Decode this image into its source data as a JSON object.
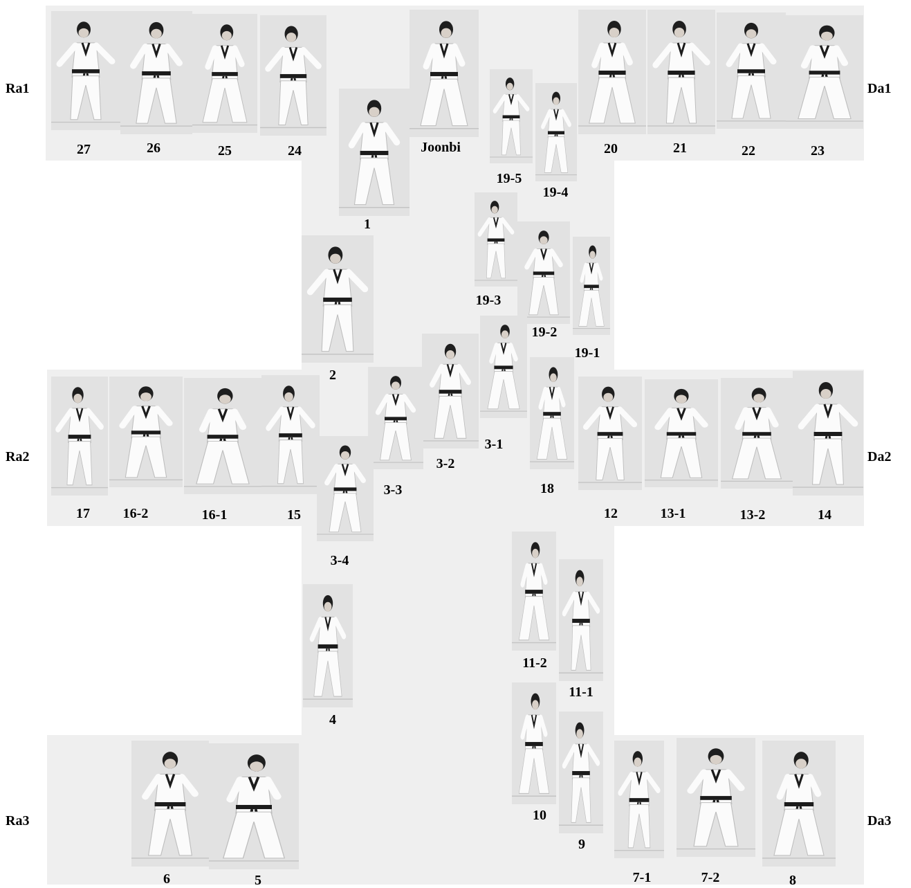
{
  "side_labels": {
    "ra1": "Ra1",
    "ra2": "Ra2",
    "ra3": "Ra3",
    "da1": "Da1",
    "da2": "Da2",
    "da3": "Da3"
  },
  "move_labels": {
    "m27": "27",
    "m26": "26",
    "m25": "25",
    "m24": "24",
    "m1": "1",
    "joonbi": "Joonbi",
    "m19_5": "19-5",
    "m19_4": "19-4",
    "m20": "20",
    "m21": "21",
    "m22": "22",
    "m23": "23",
    "m19_3": "19-3",
    "m19_2": "19-2",
    "m19_1": "19-1",
    "m2": "2",
    "m17": "17",
    "m16_2": "16-2",
    "m16_1": "16-1",
    "m15": "15",
    "m3_3": "3-3",
    "m3_2": "3-2",
    "m3_1": "3-1",
    "m18": "18",
    "m12": "12",
    "m13_1": "13-1",
    "m13_2": "13-2",
    "m14": "14",
    "m3_4": "3-4",
    "m11_2": "11-2",
    "m11_1": "11-1",
    "m4": "4",
    "m10": "10",
    "m9": "9",
    "m6": "6",
    "m5": "5",
    "m7_1": "7-1",
    "m7_2": "7-2",
    "m8": "8"
  },
  "colors": {
    "panel_bg": "#efefef",
    "photo_bg": "#e2e2e2",
    "uniform": "#fbfbfb",
    "belt": "#1c1c1c",
    "hair": "#1e1e1e"
  }
}
